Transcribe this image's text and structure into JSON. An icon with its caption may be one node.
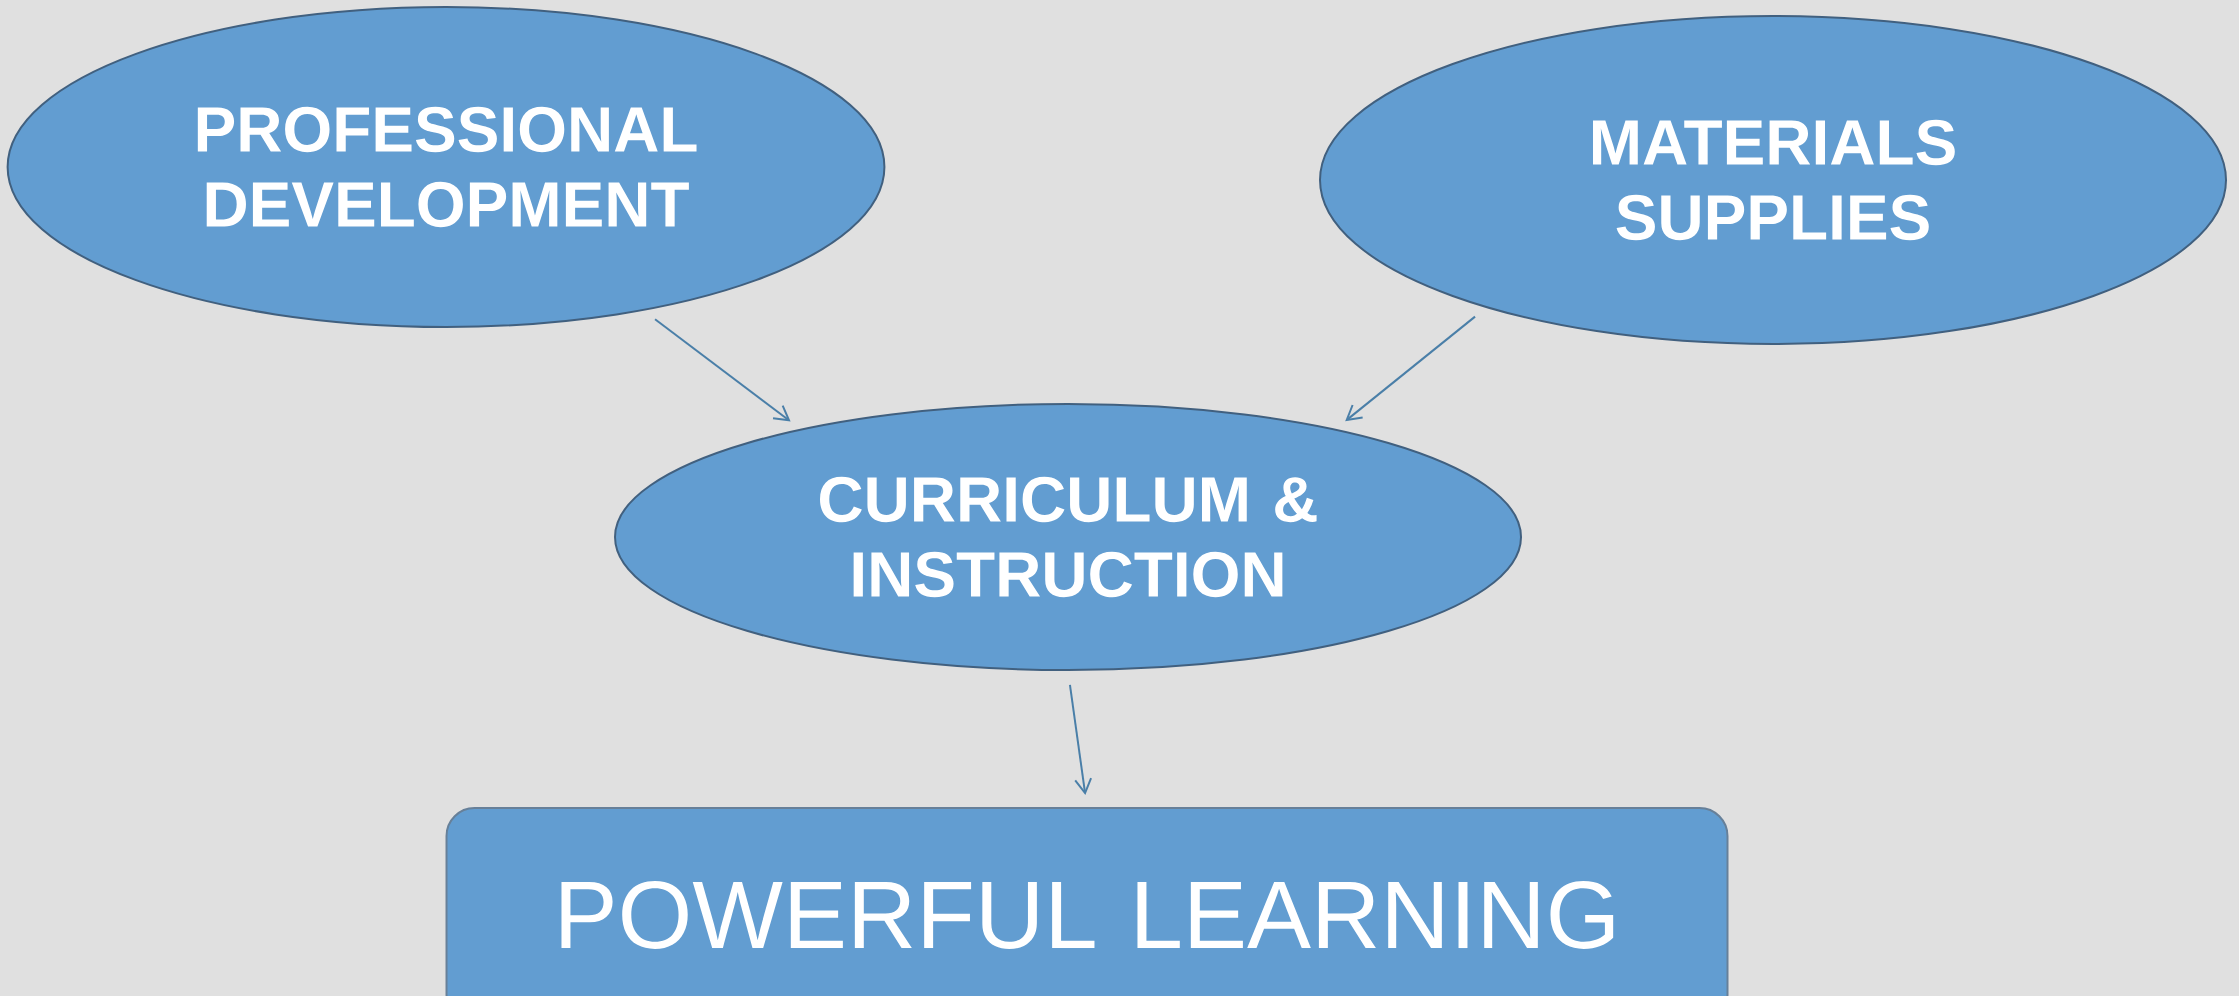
{
  "diagram": {
    "nodes": [
      {
        "text": [
          "PROFESSIONAL DEVELOPMENT"
        ]
      },
      {
        "text": [
          "MATERIALS SUPPLIES"
        ]
      },
      {
        "text": [
          "CURRICULUM & INSTRUCTION"
        ]
      },
      {
        "text": [
          "POWERFUL LEARNING"
        ]
      }
    ],
    "edges": [
      {
        "from": 0,
        "to": 2,
        "arrow": "to"
      },
      {
        "from": 1,
        "to": 2,
        "arrow": "to"
      },
      {
        "from": 2,
        "to": 3,
        "arrow": "to"
      }
    ]
  }
}
